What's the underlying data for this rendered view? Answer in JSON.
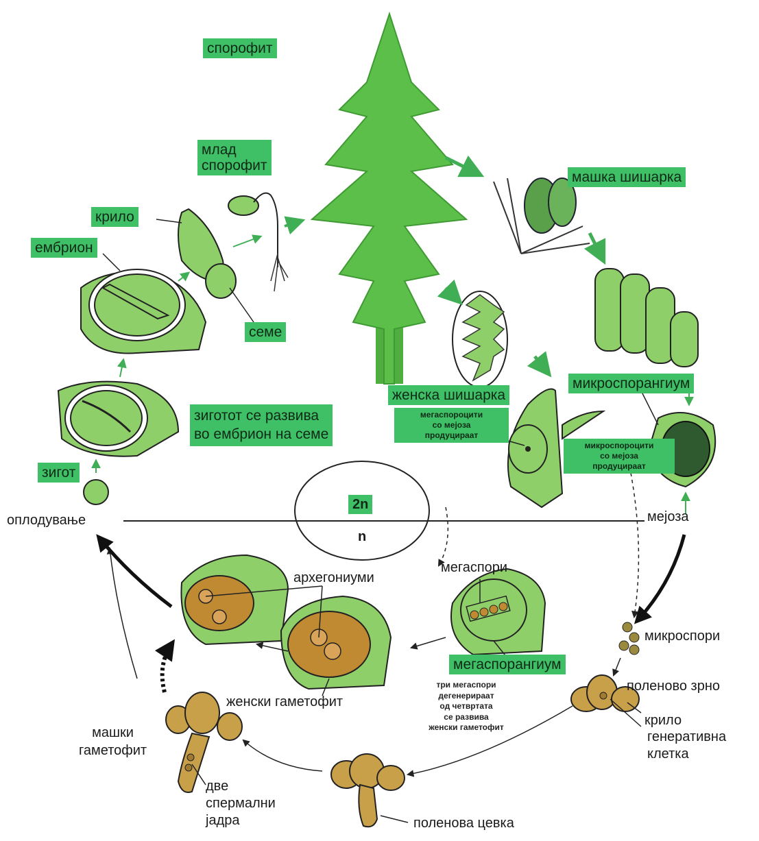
{
  "labels": {
    "sporophyte": "спорофит",
    "young_sporophyte": "млад\nспорофит",
    "wing_top": "крило",
    "embryo": "ембрион",
    "seed": "семе",
    "zygote_develops": "зиготот се развива\nво ембрион на семе",
    "zygote": "зигот",
    "fertilization": "оплодување",
    "male_cone": "машка шишарка",
    "microsporangium": "микроспорангиум",
    "female_cone": "женска шишарка",
    "megasporocytes": "мегаспороцити\nсо мејоза\nпродуцираат",
    "microsporocytes": "микроспороцити\nсо мејоза\nпродуцираат",
    "diploid": "2n",
    "haploid": "n",
    "meiosis": "мејоза",
    "megaspores": "мегаспори",
    "archegonia": "архегониуми",
    "microspores": "микроспори",
    "megasporangium": "мегаспорангиум",
    "pollen_grain": "поленово зрно",
    "wing_bottom": "крило",
    "generative_cell": "генеративна\nклетка",
    "three_megaspores": "три мегаспори\nдегенерираат\nод четвртата\nсе развива\nженски гаметофит",
    "female_gametophyte": "женски гаметофит",
    "male_gametophyte": "машки\nгаметофит",
    "two_sperm_nuclei": "две\nспермални\nјадра",
    "pollen_tube": "поленова цевка"
  },
  "colors": {
    "label_green": "#3fbf66",
    "tissue_green": "#8fcf6a",
    "tree_green": "#5cbf4a",
    "gametophyte_brown": "#c08a32",
    "pollen_tan": "#c9a04a"
  }
}
